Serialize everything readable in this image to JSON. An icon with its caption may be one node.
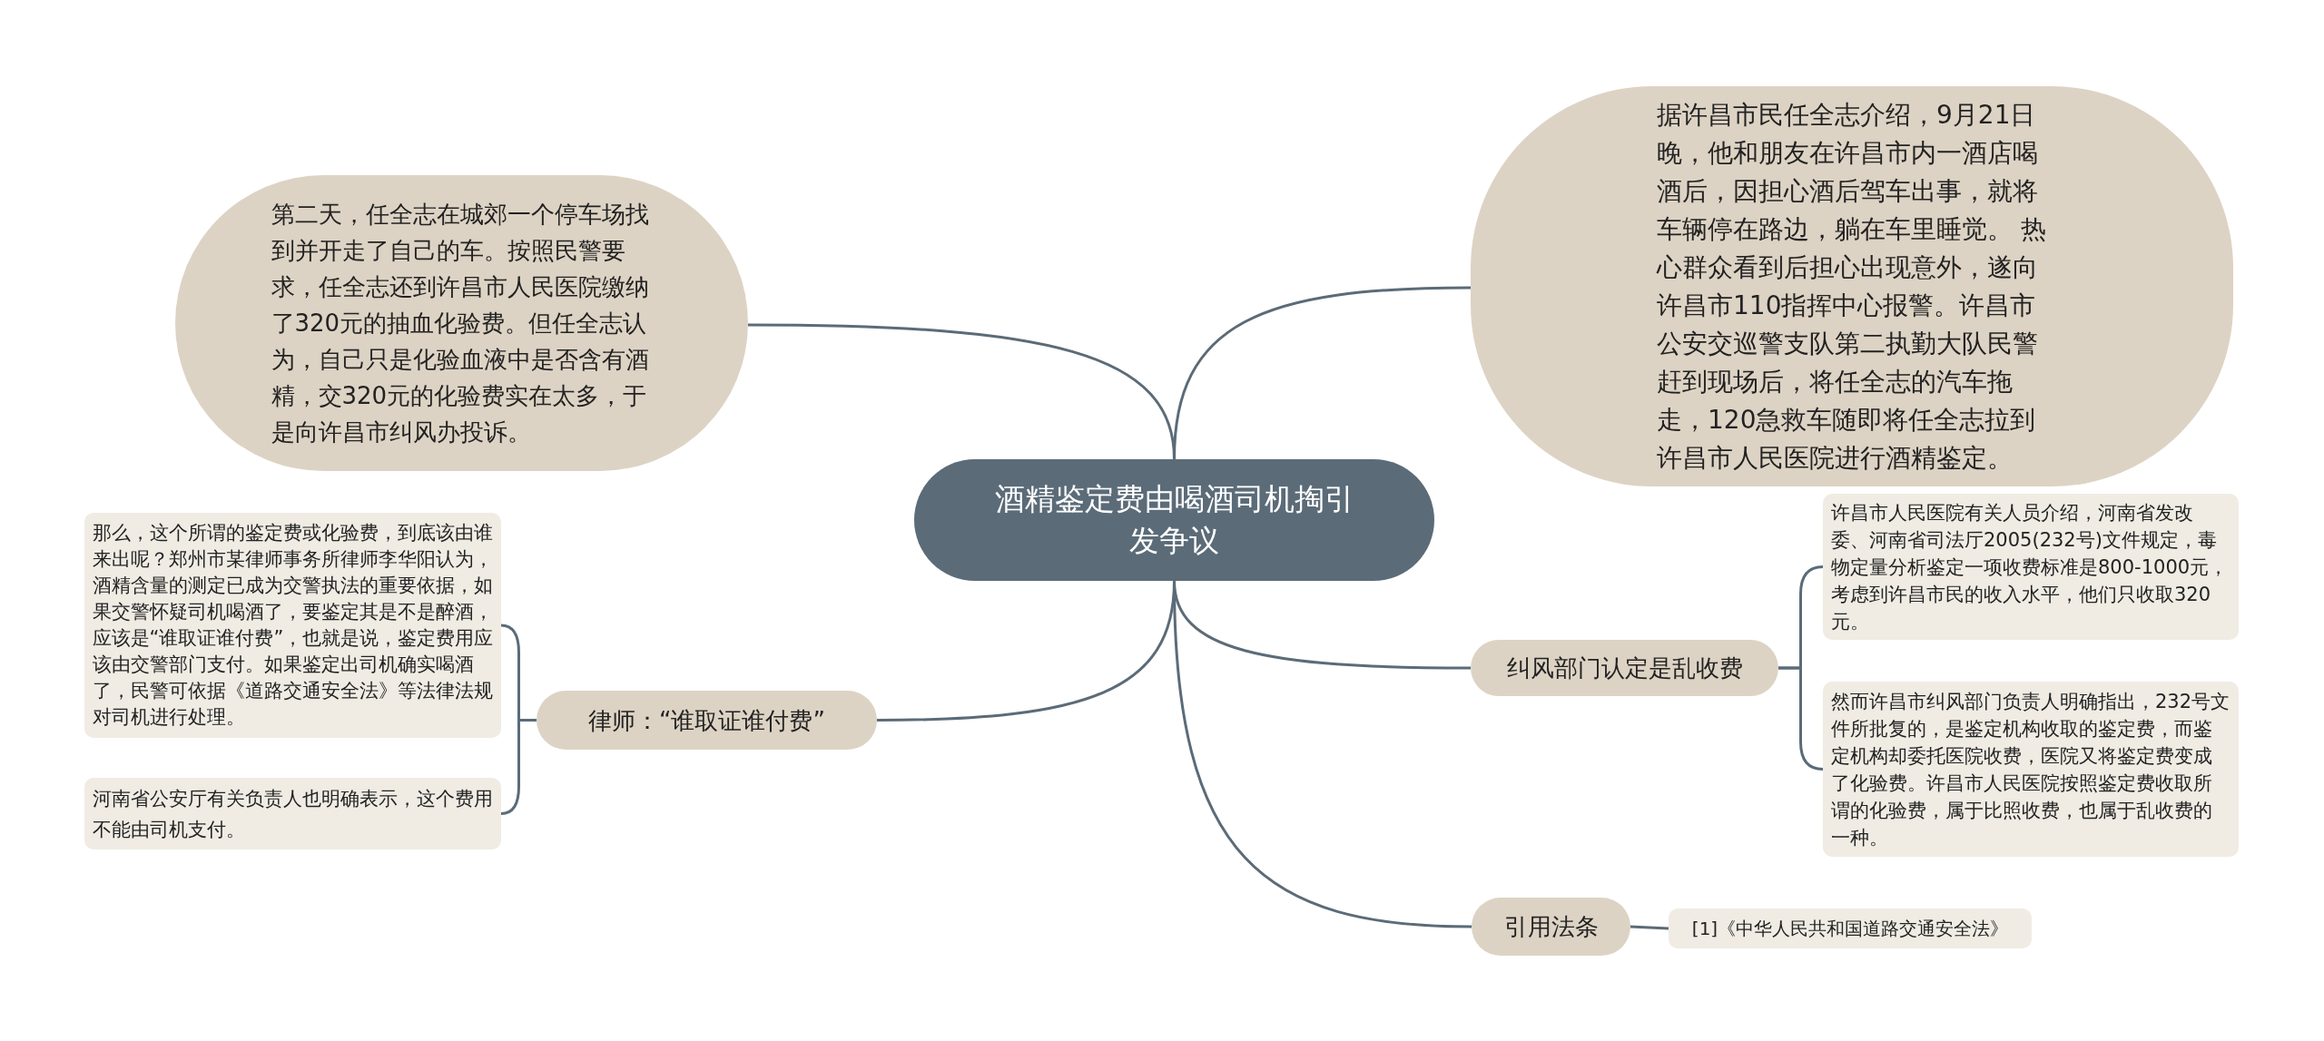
{
  "diagram": {
    "nodes": [
      {
        "text": [
          "酒精鉴定费由喝酒司机掏引发争议"
        ]
      },
      {
        "text": [
          "第二天，任全志在城郊一个停车场找到并开走了自己的车。按照民警要求，任全志还到许昌市人民医院缴纳了320元的抽血化验费。但任全志认为，自己只是化验血液中是否含有酒精，交320元的化验费实在太多，于是向许昌市纠风办投诉。"
        ]
      },
      {
        "text": [
          "据许昌市民任全志介绍，9月21日晚，他和朋友在许昌市内一酒店喝酒后，因担心酒后驾车出事，就将车辆停在路边，躺在车里睡觉。 热心群众看到后担心出现意外，遂向许昌市110指挥中心报警。许昌市公安交巡警支队第二执勤大队民警赶到现场后，将任全志的汽车拖走，120急救车随即将任全志拉到许昌市人民医院进行酒精鉴定。"
        ]
      },
      {
        "text": [
          "律师：“谁取证谁付费”"
        ]
      },
      {
        "text": [
          "那么，这个所谓的鉴定费或化验费，到底该由谁来出呢？郑州市某律师事务所律师李华阳认为，酒精含量的测定已成为交警执法的重要依据，如果交警怀疑司机喝酒了，要鉴定其是不是醉酒，应该是“谁取证谁付费”，也就是说，鉴定费用应该由交警部门支付。如果鉴定出司机确实喝酒了，民警可依据《道路交通安全法》等法律法规对司机进行处理。"
        ]
      },
      {
        "text": [
          "河南省公安厅有关负责人也明确表示，这个费用不能由司机支付。"
        ]
      },
      {
        "text": [
          "纠风部门认定是乱收费"
        ]
      },
      {
        "text": [
          "许昌市人民医院有关人员介绍，河南省发改委、河南省司法厅2005(232号)文件规定，毒物定量分析鉴定一项收费标准是800-1000元，考虑到许昌市民的收入水平，他们只收取320元。"
        ]
      },
      {
        "text": [
          "然而许昌市纠风部门负责人明确指出，232号文件所批复的，是鉴定机构收取的鉴定费，而鉴定机构却委托医院收费，医院又将鉴定费变成了化验费。许昌市人民医院按照鉴定费收取所谓的化验费，属于比照收费，也属于乱收费的一种。"
        ]
      },
      {
        "text": [
          "引用法条"
        ]
      },
      {
        "text": [
          "[1]《中华人民共和国道路交通安全法》"
        ]
      }
    ],
    "edges": [
      {
        "from": 0,
        "to": 1,
        "arrow": "none"
      },
      {
        "from": 0,
        "to": 2,
        "arrow": "none"
      },
      {
        "from": 0,
        "to": 3,
        "arrow": "none"
      },
      {
        "from": 0,
        "to": 6,
        "arrow": "none"
      },
      {
        "from": 0,
        "to": 9,
        "arrow": "none"
      },
      {
        "from": 3,
        "to": 4,
        "arrow": "none"
      },
      {
        "from": 3,
        "to": 5,
        "arrow": "none"
      },
      {
        "from": 6,
        "to": 7,
        "arrow": "none"
      },
      {
        "from": 6,
        "to": 8,
        "arrow": "none"
      },
      {
        "from": 9,
        "to": 10,
        "arrow": "none"
      }
    ]
  }
}
